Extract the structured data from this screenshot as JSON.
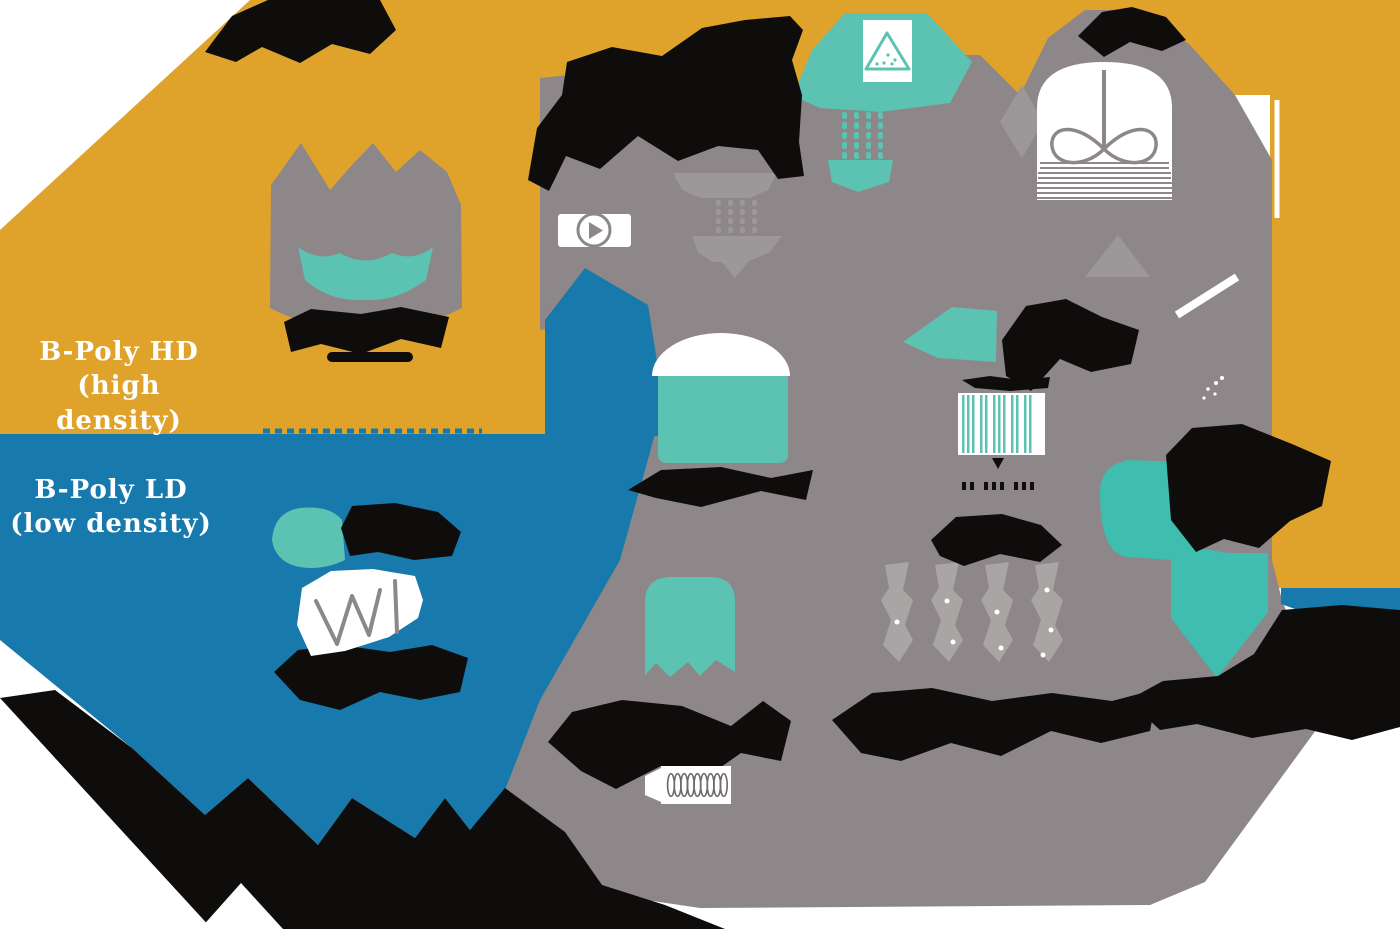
{
  "labels": {
    "hd": {
      "line1": "B-Poly HD",
      "line2": "(high density)"
    },
    "ld": {
      "line1": "B-Poly LD",
      "line2": "(low density)"
    }
  },
  "colors": {
    "gold": "#DFA32C",
    "blue": "#1879AC",
    "gray": "#8D8789",
    "gray_light": "#9C9798",
    "pellet": "#A9A5A4",
    "teal": "#5CC2B1",
    "teal_deep": "#3FBDAE",
    "black": "#0E0D0B",
    "white": "#FFFFFF",
    "icon_stroke": "#6E6A69"
  },
  "icons": {
    "play_video": "play-video-icon",
    "sugar_pile": "sugar-pile-icon",
    "fermentation_tank": "fermentation-tank-icon",
    "hopper_teal": "hopper-funnel-icon",
    "hopper_gray": "hopper-funnel-icon",
    "storage_dome": "storage-dome-icon",
    "banner_logo": "banner-logo-icon",
    "barcode": "barcode-icon",
    "pellets": "pellet-shapes",
    "extruder": "extruder-screw-icon",
    "flow_arrow": "flow-arrow-down"
  }
}
